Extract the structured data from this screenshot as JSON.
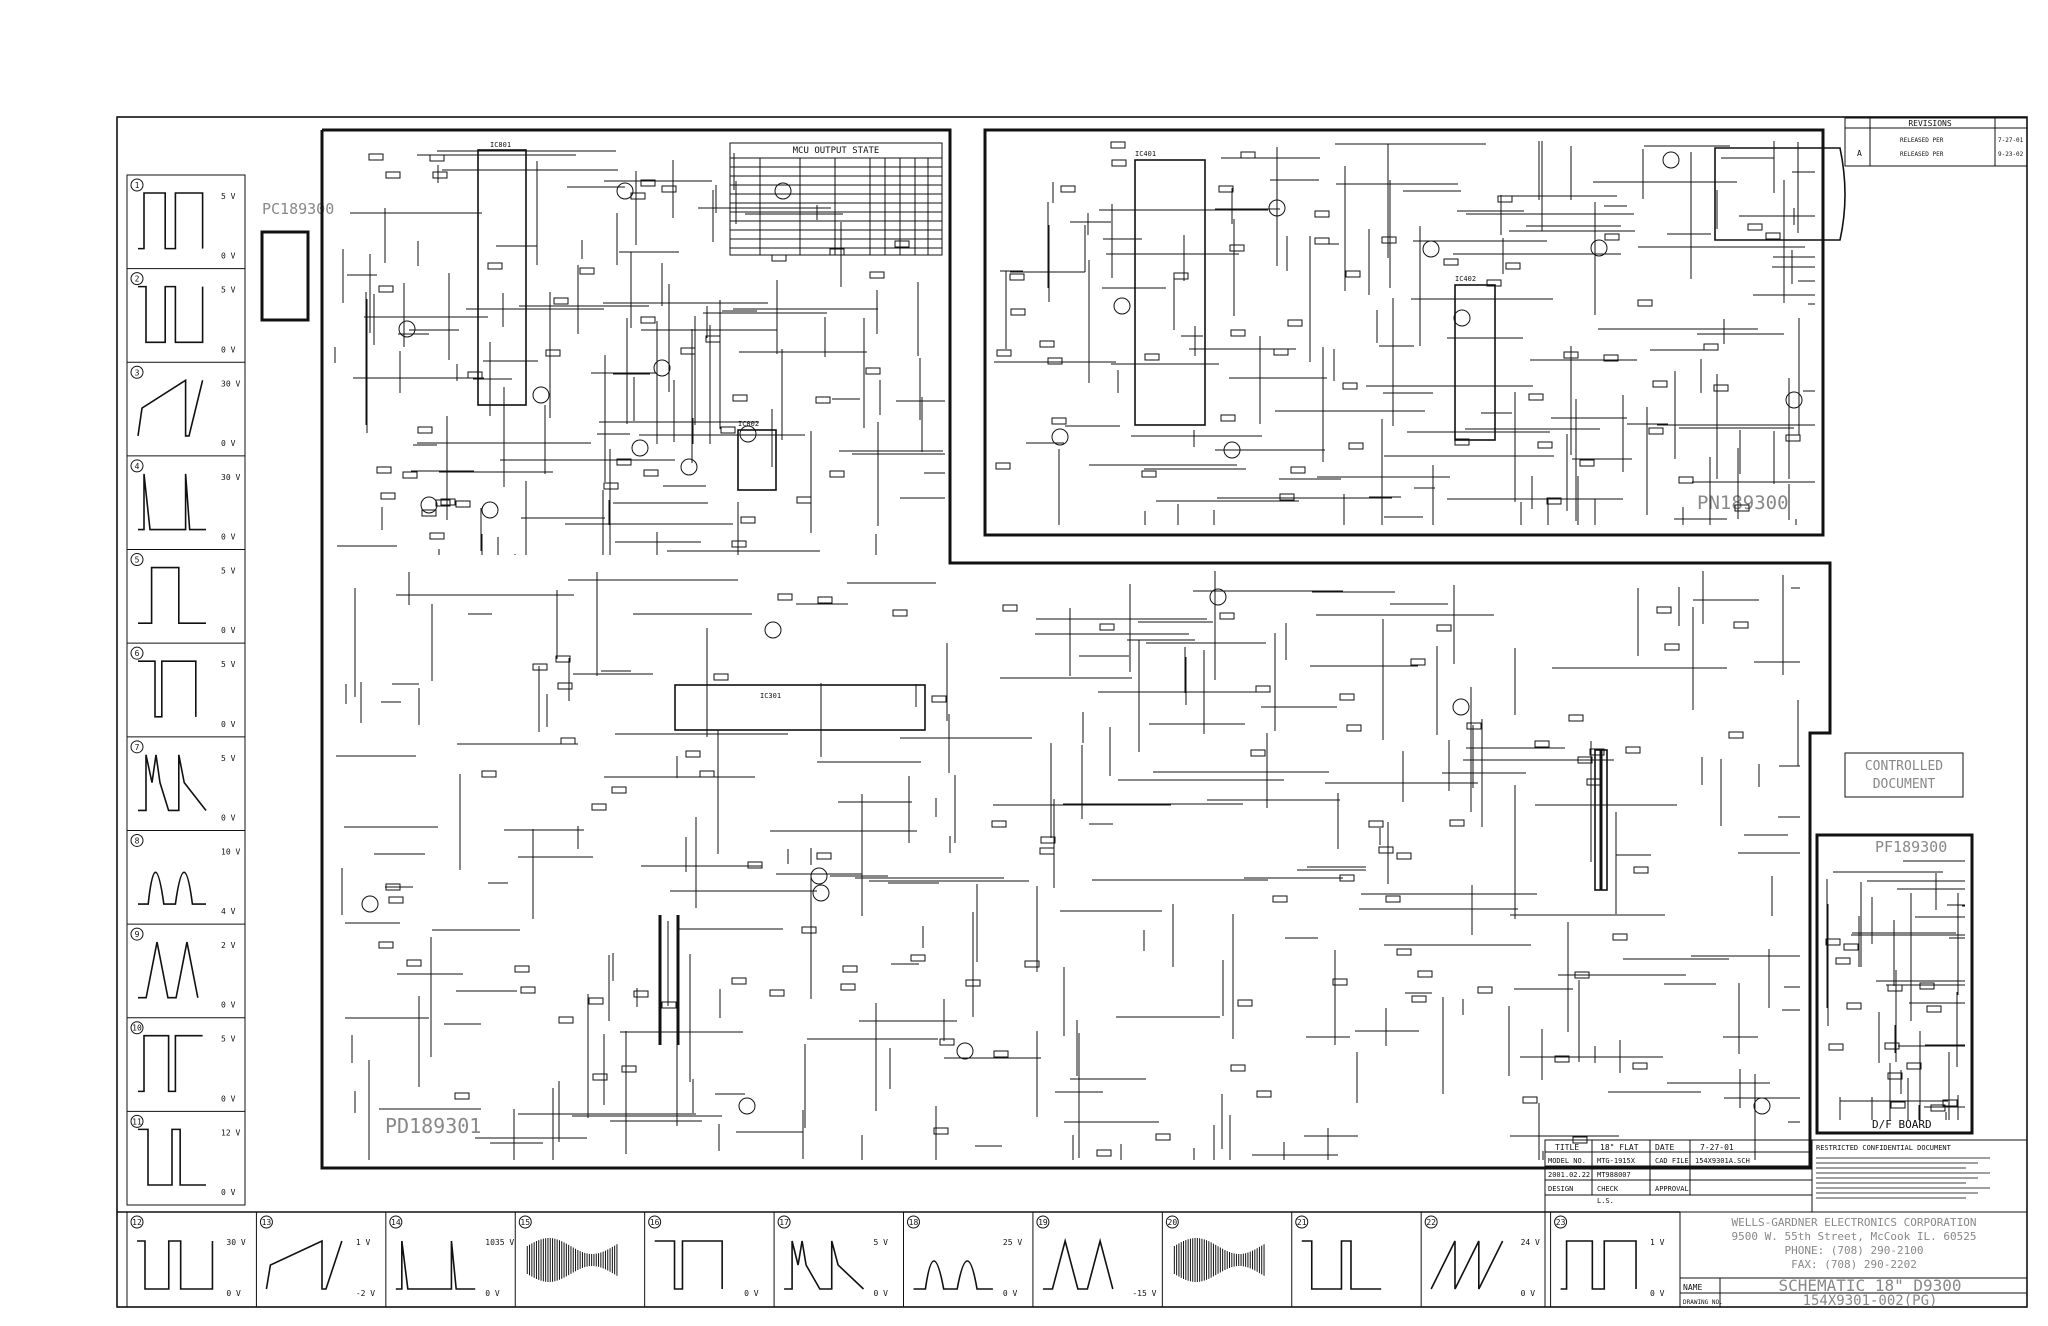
{
  "sections": {
    "pc": "PC189300",
    "pn": "PN189300",
    "pd": "PD189301",
    "pf": "PF189300",
    "df_board": "D/F BOARD"
  },
  "controlled_document": [
    "CONTROLLED",
    "DOCUMENT"
  ],
  "mcu_table": {
    "title": "MCU OUTPUT STATE"
  },
  "revisions": {
    "title": "REVISIONS",
    "rows": [
      {
        "rev": "",
        "desc": "RELEASED PER",
        "date": "7-27-01"
      },
      {
        "rev": "A",
        "desc": "RELEASED PER",
        "date": "9-23-02"
      }
    ]
  },
  "waveforms_left": [
    {
      "n": "1",
      "top": "5 V",
      "bottom": "0 V"
    },
    {
      "n": "2",
      "top": "5 V",
      "bottom": "0 V"
    },
    {
      "n": "3",
      "top": "30 V",
      "bottom": "0 V"
    },
    {
      "n": "4",
      "top": "30 V",
      "bottom": "0 V"
    },
    {
      "n": "5",
      "top": "5 V",
      "bottom": "0 V"
    },
    {
      "n": "6",
      "top": "5 V",
      "bottom": "0 V"
    },
    {
      "n": "7",
      "top": "5 V",
      "bottom": "0 V"
    },
    {
      "n": "8",
      "top": "10 V",
      "bottom": "4 V"
    },
    {
      "n": "9",
      "top": "2 V",
      "bottom": "0 V"
    },
    {
      "n": "10",
      "top": "5 V",
      "bottom": "0 V"
    },
    {
      "n": "11",
      "top": "12 V",
      "bottom": "0 V"
    }
  ],
  "waveforms_bottom": [
    {
      "n": "12",
      "top": "30 V",
      "bottom": "0 V"
    },
    {
      "n": "13",
      "top": "1 V",
      "bottom": "-2 V"
    },
    {
      "n": "14",
      "top": "1035 V",
      "bottom": "0 V"
    },
    {
      "n": "15",
      "top": "",
      "bottom": ""
    },
    {
      "n": "16",
      "top": "",
      "bottom": "0 V"
    },
    {
      "n": "17",
      "top": "5 V",
      "bottom": "0 V"
    },
    {
      "n": "18",
      "top": "25 V",
      "bottom": "0 V"
    },
    {
      "n": "19",
      "top": "",
      "bottom": "-15 V"
    },
    {
      "n": "20",
      "top": "",
      "bottom": ""
    },
    {
      "n": "21",
      "top": "",
      "bottom": ""
    },
    {
      "n": "22",
      "top": "24 V",
      "bottom": "0 V"
    },
    {
      "n": "23",
      "top": "1 V",
      "bottom": "0 V"
    }
  ],
  "title_block": {
    "title_label": "TITLE",
    "title_value": "18\" FLAT",
    "date_label": "DATE",
    "date_value": "7-27-01",
    "model_label": "MODEL NO.",
    "model_value": "MTG-1915X",
    "cad_label": "CAD FILE",
    "cad_value": "154X9301A.SCH",
    "row3_a": "2001.02.22",
    "row3_b": "MT988007",
    "design_label": "DESIGN",
    "check_label": "CHECK",
    "check_value": "L.S.",
    "approval_label": "APPROVAL",
    "restricted_title": "RESTRICTED CONFIDENTIAL DOCUMENT",
    "company": [
      "WELLS-GARDNER ELECTRONICS CORPORATION",
      "9500 W. 55th Street, McCook IL. 60525",
      "PHONE: (708) 290-2100",
      "FAX: (708) 290-2202"
    ],
    "name_label": "NAME",
    "name_value": "SCHEMATIC 18\" D9300",
    "drawing_label": "DRAWING NO.",
    "drawing_value": "154X9301-002(PG)"
  },
  "ics": {
    "mcu": "IC801",
    "eeprom": "IC802",
    "video": "IC401",
    "preamp": "IC402",
    "defl": "IC301"
  }
}
